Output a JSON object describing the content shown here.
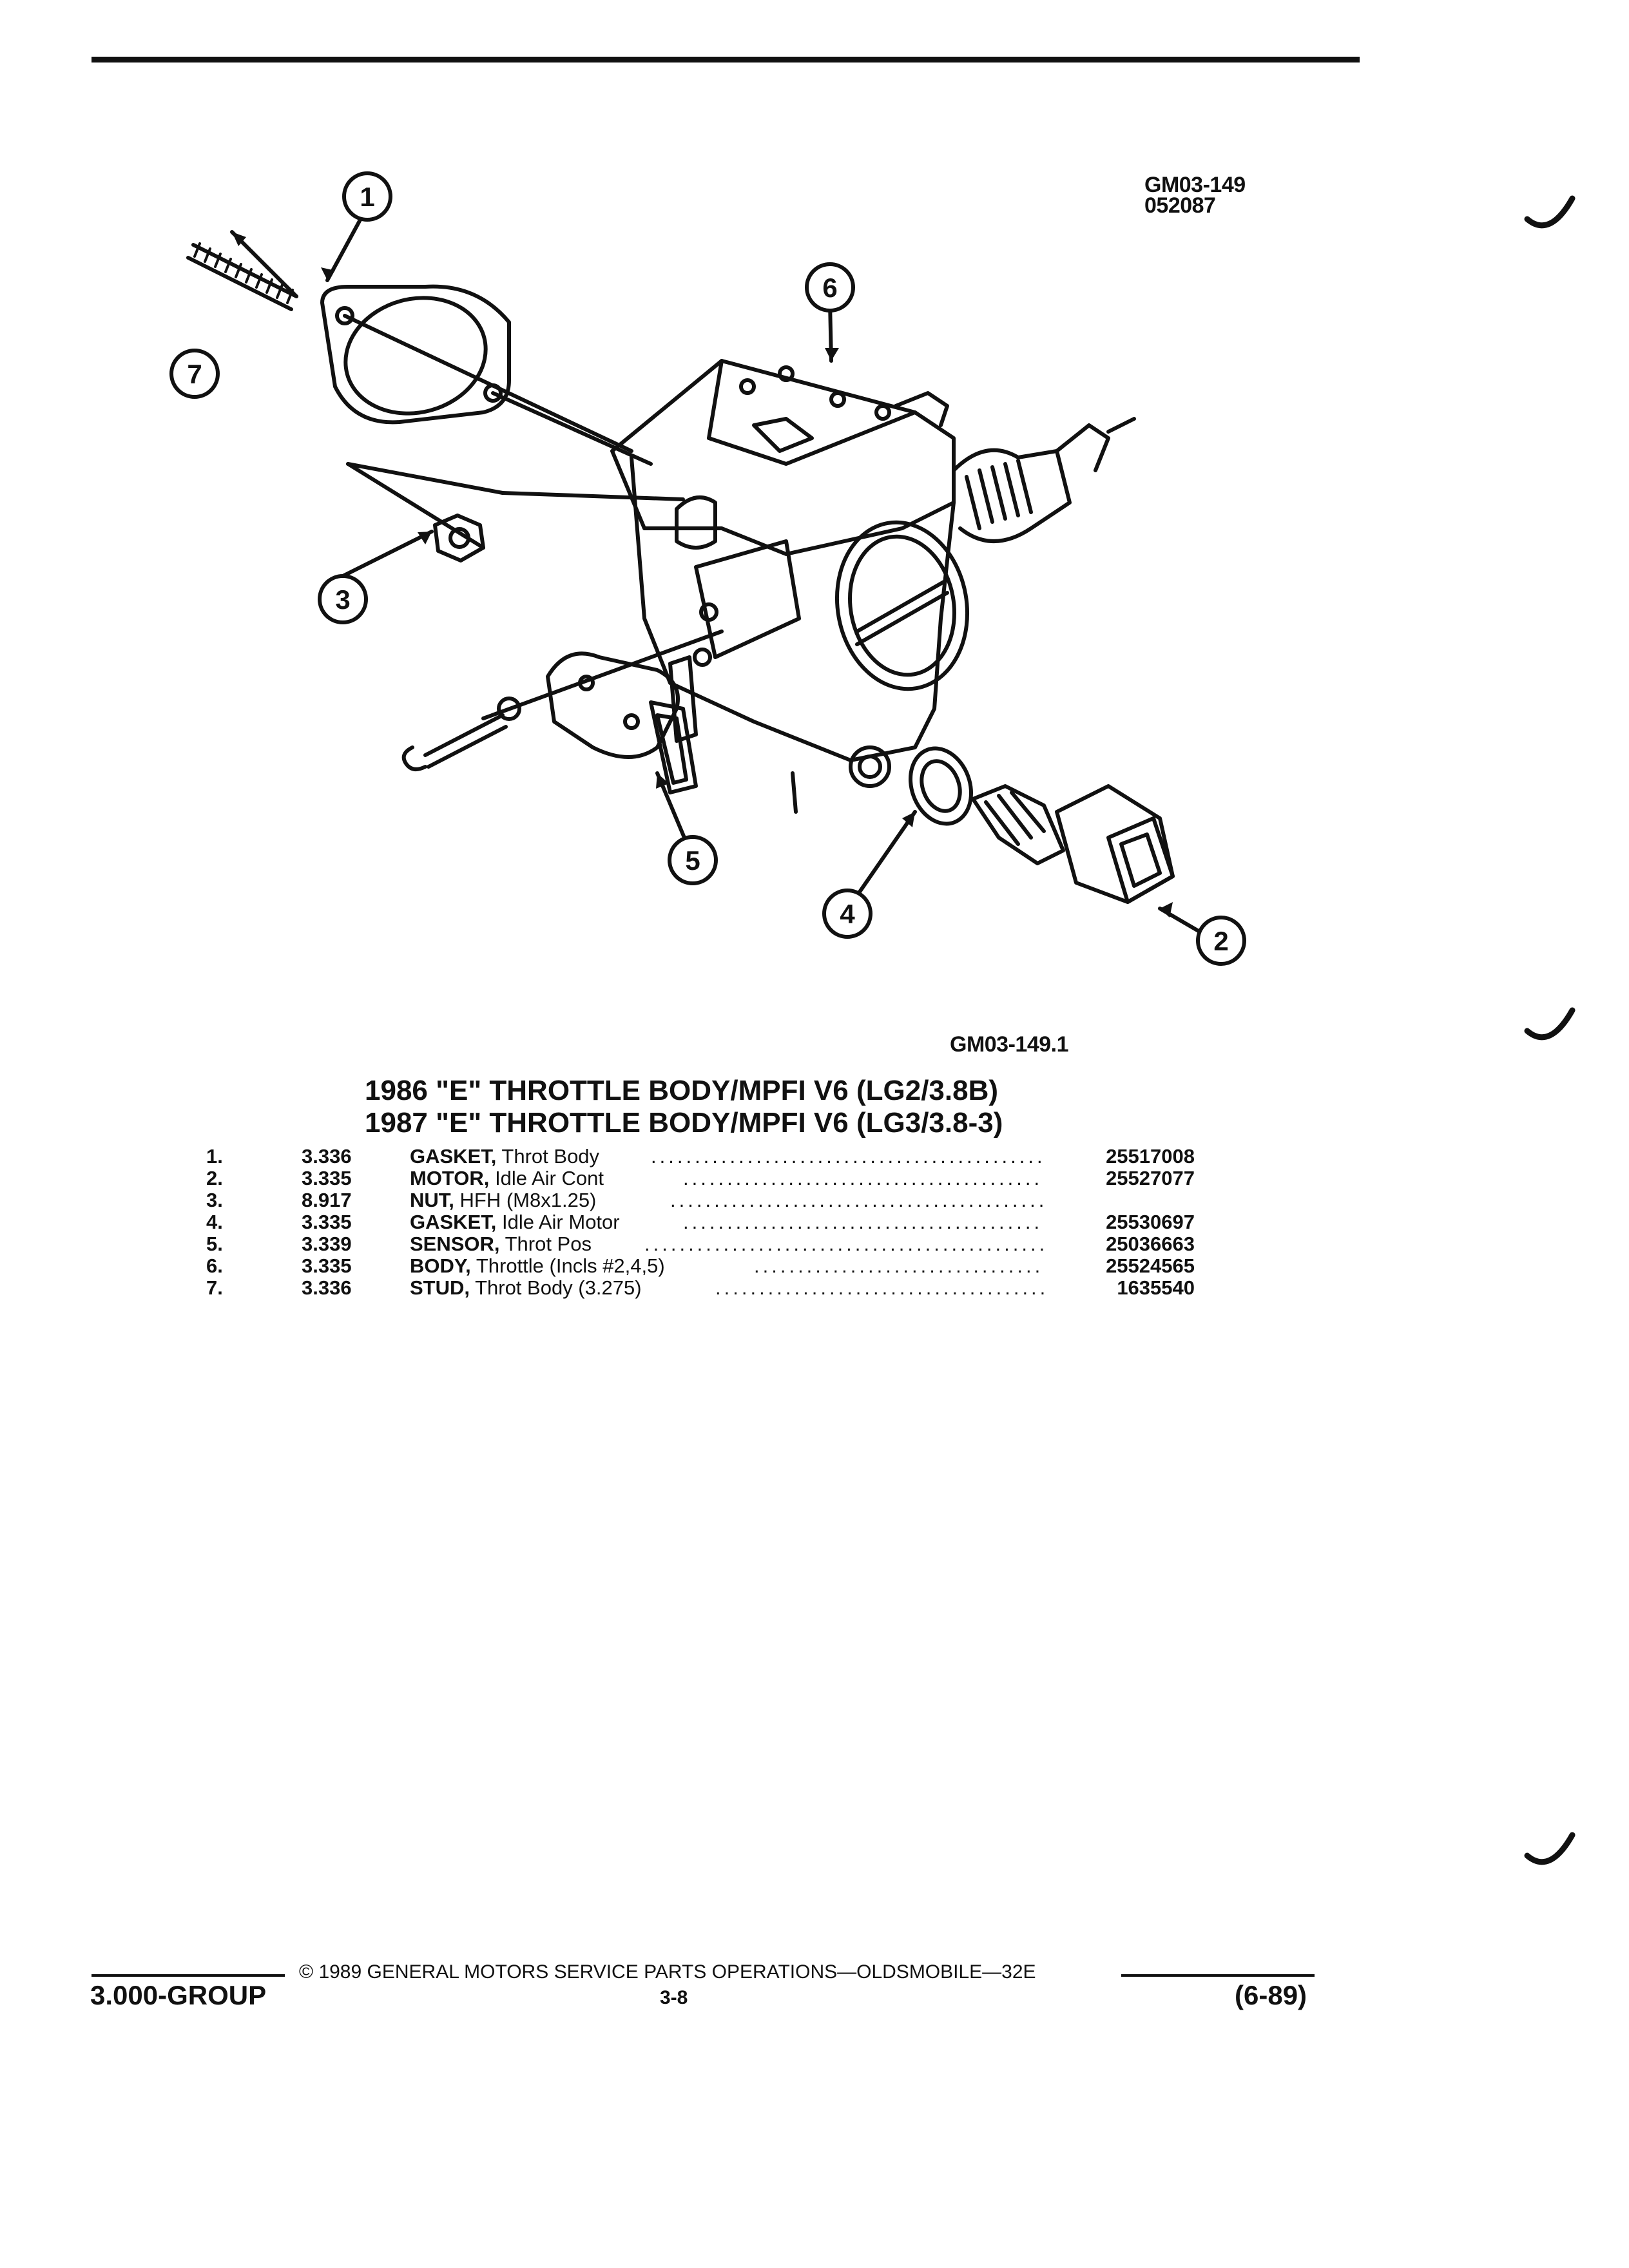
{
  "header": {
    "figure_id": "GM03-149",
    "figure_date": "052087"
  },
  "diagram": {
    "figure_ref": "GM03-149.1",
    "callouts": [
      "1",
      "2",
      "3",
      "4",
      "5",
      "6",
      "7"
    ]
  },
  "titles": [
    "1986 \"E\" THROTTLE BODY/MPFI V6 (LG2/3.8B)",
    "1987 \"E\" THROTTLE BODY/MPFI V6 (LG3/3.8-3)"
  ],
  "parts": [
    {
      "num": "1.",
      "group": "3.336",
      "name": "GASKET,",
      "desc": "Throt Body",
      "part_no": "25517008"
    },
    {
      "num": "2.",
      "group": "3.335",
      "name": "MOTOR,",
      "desc": "Idle Air Cont",
      "part_no": "25527077"
    },
    {
      "num": "3.",
      "group": "8.917",
      "name": "NUT,",
      "desc": "HFH (M8x1.25)",
      "part_no": ""
    },
    {
      "num": "4.",
      "group": "3.335",
      "name": "GASKET,",
      "desc": "Idle Air Motor",
      "part_no": "25530697"
    },
    {
      "num": "5.",
      "group": "3.339",
      "name": "SENSOR,",
      "desc": "Throt Pos",
      "part_no": "25036663"
    },
    {
      "num": "6.",
      "group": "3.335",
      "name": "BODY,",
      "desc": "Throttle (Incls #2,4,5)",
      "part_no": "25524565"
    },
    {
      "num": "7.",
      "group": "3.336",
      "name": "STUD,",
      "desc": "Throt Body (3.275)",
      "part_no": "1635540"
    }
  ],
  "footer": {
    "group": "3.000-GROUP",
    "copyright": "© 1989 GENERAL MOTORS SERVICE PARTS OPERATIONS—OLDSMOBILE—32E",
    "page": "3-8",
    "revision": "(6-89)"
  }
}
